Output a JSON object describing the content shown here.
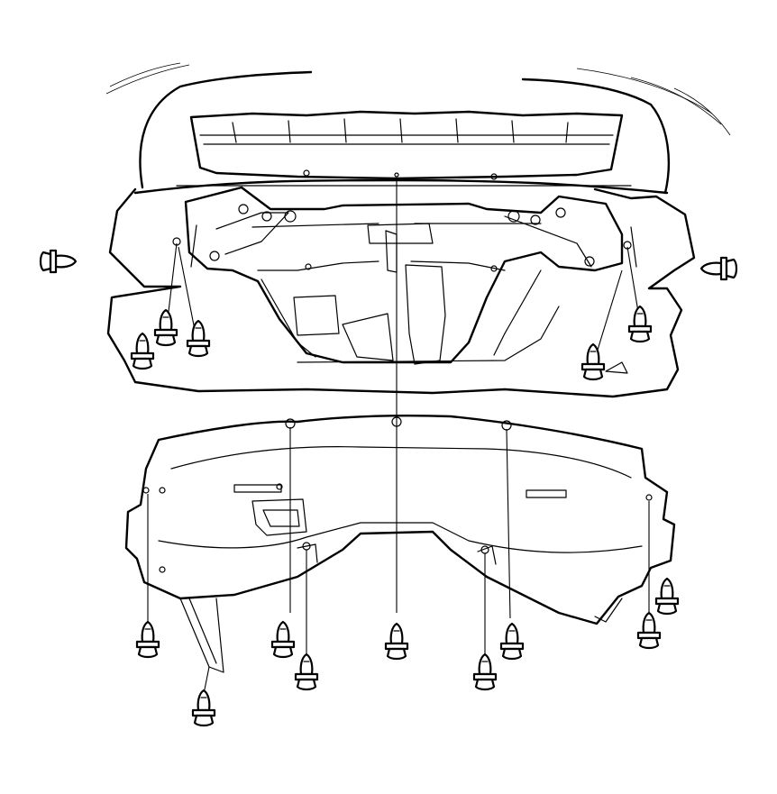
{
  "diagram": {
    "kind": "exploded-view line drawing",
    "parts": [
      "front-bumper-cover",
      "front-crossmember-frame",
      "engine-under-cover",
      "push-clips"
    ],
    "clip_count": 16,
    "colors": {
      "line": "#000000",
      "background": "#ffffff"
    }
  }
}
